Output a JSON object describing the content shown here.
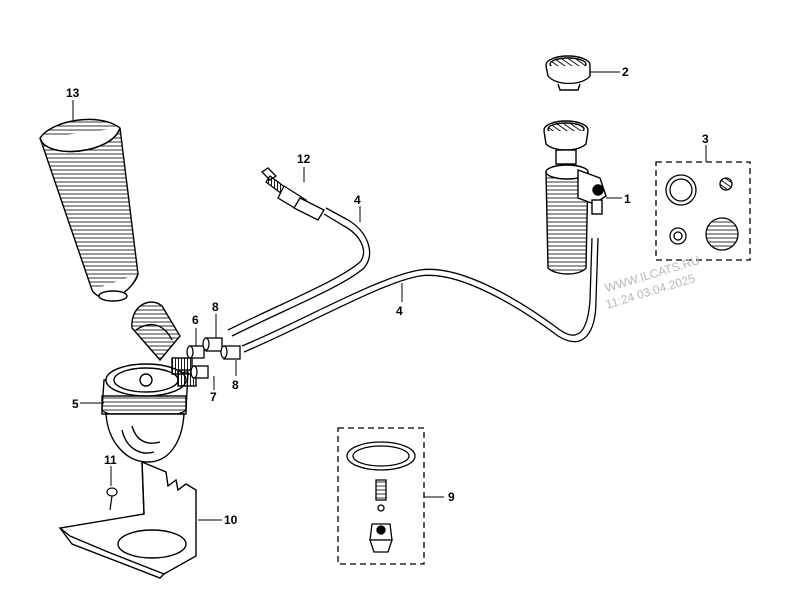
{
  "callouts": {
    "c1": "1",
    "c2": "2",
    "c3": "3",
    "c4a": "4",
    "c4b": "4",
    "c5": "5",
    "c6": "6",
    "c7": "7",
    "c8a": "8",
    "c8b": "8",
    "c9": "9",
    "c10": "10",
    "c11": "11",
    "c12": "12",
    "c13": "13"
  },
  "watermark": {
    "site": "WWW.ILCATS.RU",
    "timestamp": "11:24 03.04.2025"
  },
  "colors": {
    "line": "#000000",
    "background": "#ffffff",
    "watermark": "#b8b8b8"
  }
}
